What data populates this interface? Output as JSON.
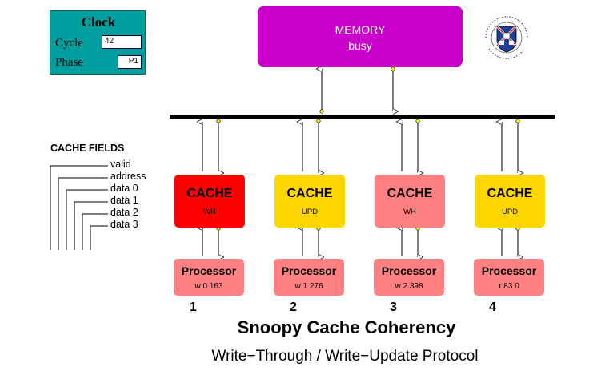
{
  "clock": {
    "title": "Clock",
    "cycle_label": "Cycle",
    "cycle_value": "42",
    "phase_label": "Phase",
    "phase_value": "P1"
  },
  "memory": {
    "label": "MEMORY",
    "status": "busy"
  },
  "cache_fields": {
    "title": "CACHE FIELDS",
    "items": [
      "valid",
      "address",
      "data 0",
      "data 1",
      "data 2",
      "data 3"
    ]
  },
  "nodes": [
    {
      "number": "1",
      "cache_label": "CACHE",
      "cache_state": "WH",
      "cache_color": "#ff0000",
      "processor_label": "Processor",
      "processor_op": "w 0 163"
    },
    {
      "number": "2",
      "cache_label": "CACHE",
      "cache_state": "UPD",
      "cache_color": "#ffd700",
      "processor_label": "Processor",
      "processor_op": "w 1 276"
    },
    {
      "number": "3",
      "cache_label": "CACHE",
      "cache_state": "WH",
      "cache_color": "#ff8080",
      "processor_label": "Processor",
      "processor_op": "w 2 398"
    },
    {
      "number": "4",
      "cache_label": "CACHE",
      "cache_state": "UPD",
      "cache_color": "#ffd700",
      "processor_label": "Processor",
      "processor_op": "r 83 0"
    }
  ],
  "title": "Snoopy Cache Coherency",
  "subtitle": "Write−Through / Write−Update Protocol",
  "colors": {
    "clock_bg": "#009e9e",
    "memory_bg": "#cc00cc",
    "processor_bg": "#ff8080"
  }
}
